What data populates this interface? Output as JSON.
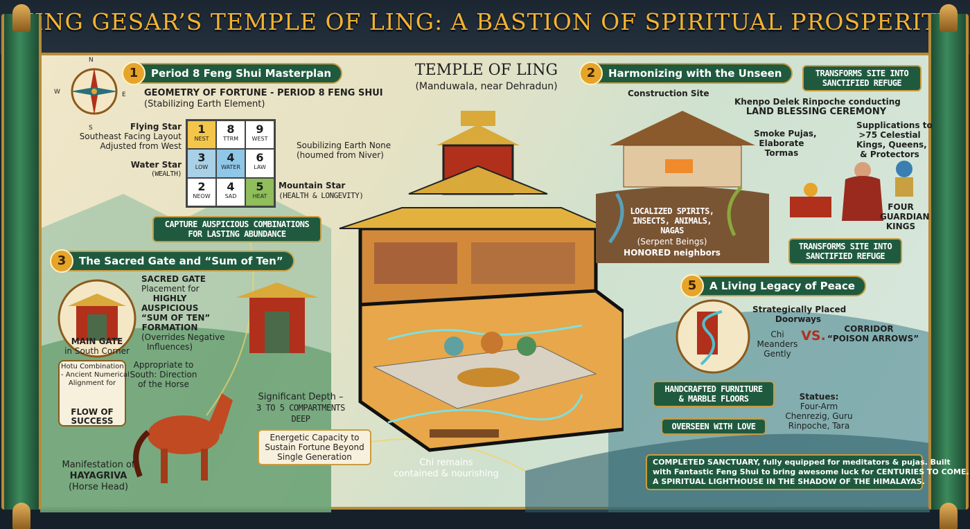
{
  "title": "KING GESAR’S TEMPLE OF LING: A BASTION OF SPIRITUAL PROSPERITY",
  "colors": {
    "gold": "#f2b334",
    "green": "#1f5a3f",
    "red": "#b0301c"
  },
  "compass": {
    "n": "N",
    "s": "S",
    "e": "E",
    "w": "W"
  },
  "temple": {
    "name": "TEMPLE OF LING",
    "location": "(Manduwala, near Dehradun)"
  },
  "section1": {
    "number": "1",
    "heading": "Period 8 Feng Shui Masterplan",
    "subtitle": "GEOMETRY OF FORTUNE - PERIOD 8 FENG SHUI",
    "subtitle2": "(Stabilizing Earth Element)",
    "flying_star_title": "Flying Star",
    "flying_star_desc1": "Southeast Facing Layout",
    "flying_star_desc2": "Adjusted from West",
    "water_star_title": "Water Star",
    "water_star_desc": "(WEALTH)",
    "grid": [
      {
        "num": "1",
        "label": "NEST"
      },
      {
        "num": "8",
        "label": "TTRM"
      },
      {
        "num": "9",
        "label": "WEST"
      },
      {
        "num": "3",
        "label": "LOW"
      },
      {
        "num": "4",
        "label": "WATER"
      },
      {
        "num": "6",
        "label": "LAW"
      },
      {
        "num": "2",
        "label": "NEOW"
      },
      {
        "num": "4",
        "label": "SAD"
      },
      {
        "num": "5",
        "label": "HEAT"
      }
    ],
    "earth_note1": "Soubilizing Earth None",
    "earth_note2": "(houmed from Niver)",
    "mountain_star_title": "Mountain Star",
    "mountain_star_desc": "(HEALTH & LONGEVITY)",
    "capture_box1": "CAPTURE AUSPICIOUS COMBINATIONS",
    "capture_box2": "FOR LASTING ABUNDANCE"
  },
  "section2": {
    "number": "2",
    "heading": "Harmonizing with the Unseen",
    "construction_site": "Construction Site",
    "transforms_top1": "TRANSFORMS SITE INTO",
    "transforms_top2": "SANCTIFIED REFUGE",
    "khenpo1": "Khenpo Delek Rinpoche conducting",
    "khenpo2": "LAND BLESSING CEREMONY",
    "smoke1": "Smoke Pujas,",
    "smoke2": "Elaborate",
    "smoke3": "Tormas",
    "supp1": "Supplications to",
    "supp2": ">75 Celestial",
    "supp3": "Kings, Queens,",
    "supp4": "& Protectors",
    "spirits1": "LOCALIZED SPIRITS,",
    "spirits2": "INSECTS, ANIMALS,",
    "spirits3": "NAGAS",
    "spirits4": "(Serpent Beings)",
    "spirits5": "HONORED neighbors",
    "guardian1": "FOUR",
    "guardian2": "GUARDIAN",
    "guardian3": "KINGS",
    "transforms_bottom1": "TRANSFORMS SITE INTO",
    "transforms_bottom2": "SANCTIFIED REFUGE"
  },
  "section3": {
    "number": "3",
    "heading": "The Sacred Gate and “Sum of Ten”",
    "gate1": "SACRED GATE",
    "gate2": "Placement for",
    "gate3": "HIGHLY",
    "gate4": "AUSPICIOUS",
    "gate5": "“SUM OF TEN”",
    "gate6": "FORMATION",
    "gate7": "(Overrides Negative",
    "gate8": "Influences)",
    "main_gate1": "MAIN GATE",
    "main_gate2": "in South Corner",
    "hotu1": "Hotu Combination",
    "hotu2": "- Ancient Numerical",
    "hotu3": "Alignment for",
    "flow_of_success1": "FLOW OF",
    "flow_of_success2": "SUCCESS",
    "south1": "Appropriate to",
    "south2": "South: Direction",
    "south3": "of the Horse",
    "manifest1": "Manifestation of",
    "manifest2": "HAYAGRIVA",
    "manifest3": "(Horse Head)"
  },
  "center": {
    "depth1": "Significant Depth –",
    "depth2": "3 TO 5 COMPARTMENTS",
    "depth3": "DEEP",
    "energetic1": "Energetic Capacity to",
    "energetic2": "Sustain Fortune Beyond",
    "energetic3": "Single Generation",
    "chi1": "Chi remains",
    "chi2": "contained & nourishing"
  },
  "section5": {
    "number": "5",
    "heading": "A Living Legacy of Peace",
    "doors1": "Strategically Placed",
    "doors2": "Doorways",
    "chi1": "Chi",
    "chi2": "Meanders",
    "chi3": "Gently",
    "vs": "VS.",
    "corridor1": "CORRIDOR",
    "corridor2": "“POISON ARROWS”",
    "furniture1": "HANDCRAFTED FURNITURE",
    "furniture2": "& MARBLE FLOORS",
    "statues1": "Statues:",
    "statues2": "Four-Arm",
    "statues3": "Chenrezig, Guru",
    "statues4": "Rinpoche, Tara",
    "overseen": "OVERSEEN WITH LOVE",
    "completed1": "COMPLETED SANCTUARY, fully equipped for meditators & pujas. Built",
    "completed2": "with Fantastic Feng Shui to bring awesome luck for CENTURIES TO COME.",
    "completed3": "A SPIRITUAL LIGHTHOUSE IN THE SHADOW OF THE HIMALAYAS."
  }
}
